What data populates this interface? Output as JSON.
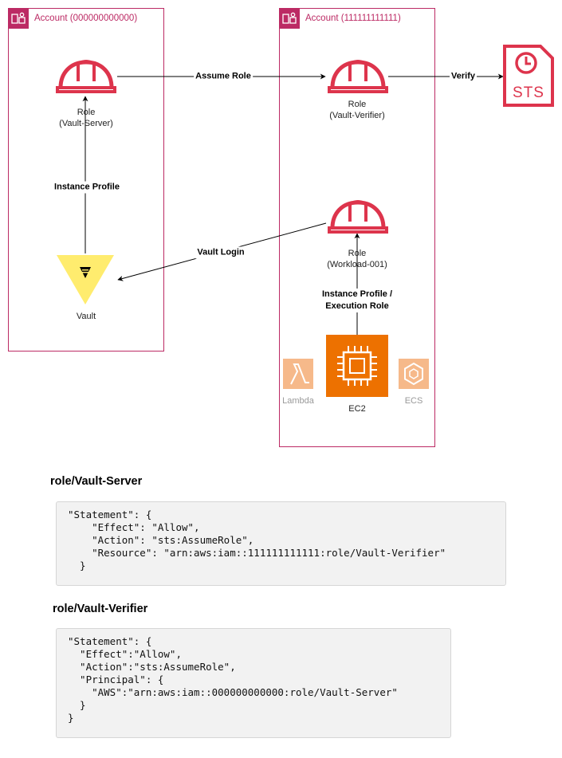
{
  "accounts": {
    "left": {
      "title": "Account (000000000000)"
    },
    "right": {
      "title": "Account (111111111111)"
    }
  },
  "nodes": {
    "vault_server_role": {
      "line1": "Role",
      "line2": "(Vault-Server)"
    },
    "vault_verifier_role": {
      "line1": "Role",
      "line2": "(Vault-Verifier)"
    },
    "workload_role": {
      "line1": "Role",
      "line2": "(Workload-001)"
    },
    "vault": {
      "label": "Vault"
    },
    "sts": {
      "label": "STS"
    },
    "lambda": {
      "label": "Lambda"
    },
    "ec2": {
      "label": "EC2"
    },
    "ecs": {
      "label": "ECS"
    }
  },
  "edges": {
    "assume_role": "Assume Role",
    "verify": "Verify",
    "instance_profile": "Instance Profile",
    "vault_login": "Vault Login",
    "instance_profile_exec_line1": "Instance Profile /",
    "instance_profile_exec_line2": "Execution Role"
  },
  "policies": {
    "vault_server": {
      "title": "role/Vault-Server",
      "code": "\"Statement\": {\n    \"Effect\": \"Allow\",\n    \"Action\": \"sts:AssumeRole\",\n    \"Resource\": \"arn:aws:iam::111111111111:role/Vault-Verifier\"\n  }"
    },
    "vault_verifier": {
      "title": "role/Vault-Verifier",
      "code": "\"Statement\": {\n  \"Effect\":\"Allow\",\n  \"Action\":\"sts:AssumeRole\",\n  \"Principal\": {\n    \"AWS\":\"arn:aws:iam::000000000000:role/Vault-Server\"\n  }\n}"
    }
  },
  "colors": {
    "account_border": "#bc2a64",
    "role_red": "#dd344c",
    "ec2_orange": "#ed7100",
    "vault_yellow": "#ffec6e"
  },
  "icons": {
    "account": "account-group-icon",
    "role": "hardhat-icon",
    "sts": "sts-clock-document-icon",
    "vault": "vault-triangle-icon",
    "ec2": "chip-icon",
    "lambda": "lambda-icon",
    "ecs": "ecs-hexagon-icon"
  }
}
